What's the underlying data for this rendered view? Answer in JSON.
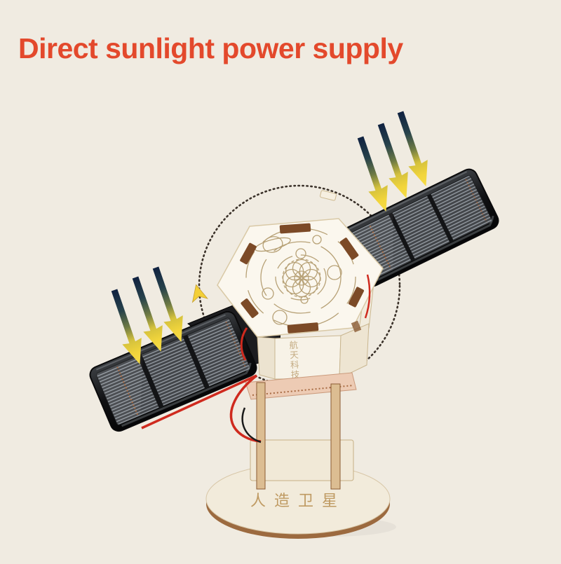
{
  "header": {
    "title": "Direct sunlight power supply"
  },
  "model": {
    "base_engraving": "人造卫星",
    "body_engraving": "航天科技",
    "body_engraving_chars": [
      "航",
      "天",
      "科",
      "技"
    ]
  },
  "colors": {
    "background": "#F0EBE1",
    "title": "#E3492C",
    "arrow-yellow": "#F2D53C",
    "arrow-navy": "#0F2140",
    "panel-black": "#101113",
    "wood-light": "#F7F2E7",
    "wood-edge": "#9A6A40",
    "slot-brown": "#7C4A27",
    "wire-red": "#CF2A1E",
    "platform-pink": "#EDCBB4",
    "engraving-tan": "#B7A176"
  },
  "icons": {
    "sunlight_arrows": "gradient-down-arrow",
    "orbit_direction": "yellow-chevron-arrowhead"
  }
}
